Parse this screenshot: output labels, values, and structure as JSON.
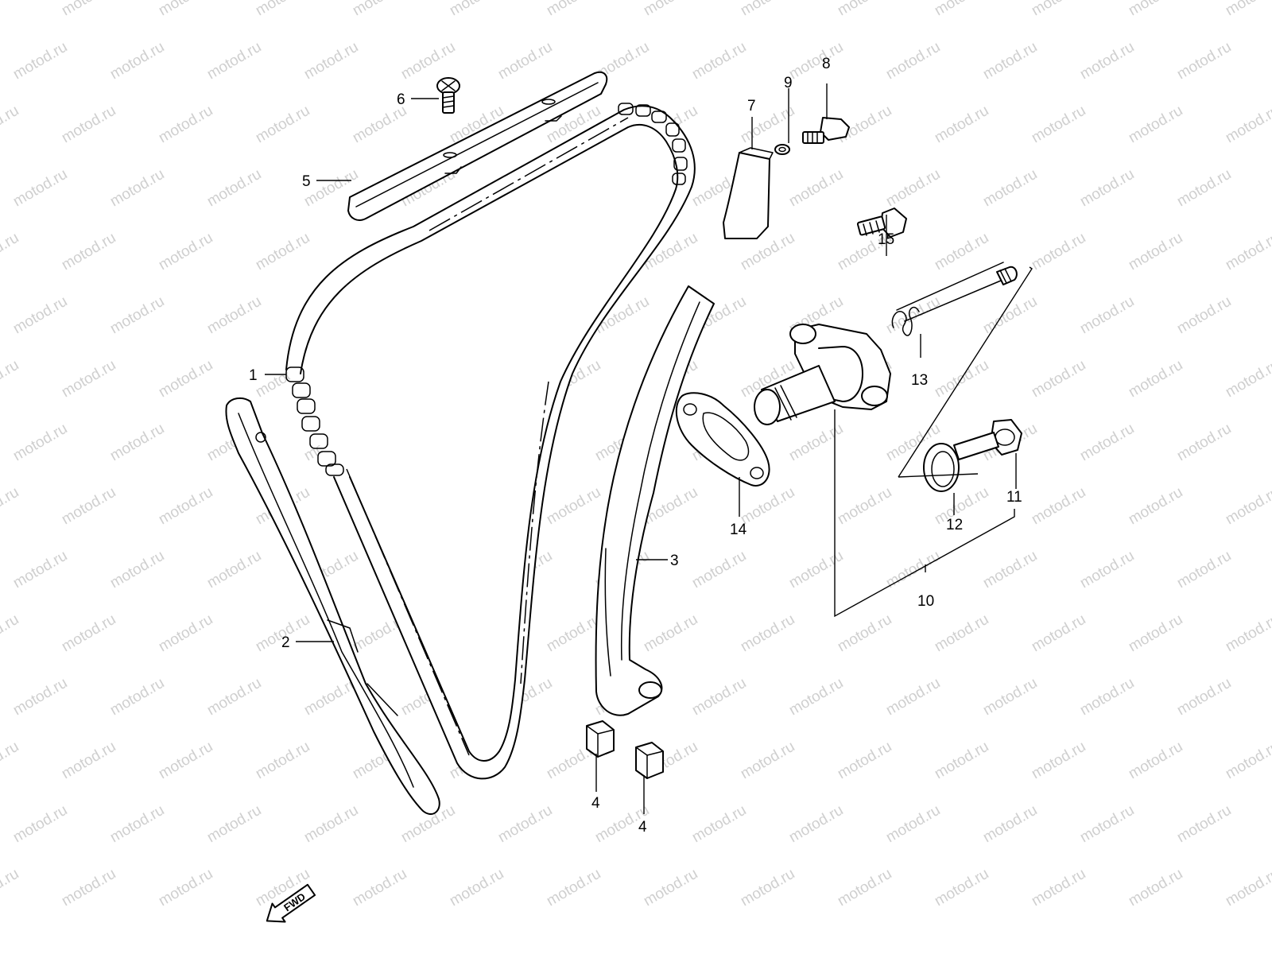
{
  "watermark": {
    "text": "motod.ru",
    "color": "#cfcfcf"
  },
  "callouts": [
    "1",
    "2",
    "3",
    "4",
    "4",
    "5",
    "6",
    "7",
    "8",
    "9",
    "10",
    "11",
    "12",
    "13",
    "14",
    "15"
  ],
  "fwd_badge": {
    "label": "FWD",
    "icon": "forward-arrow-icon"
  },
  "colors": {
    "line": "#000000",
    "background": "#ffffff"
  }
}
